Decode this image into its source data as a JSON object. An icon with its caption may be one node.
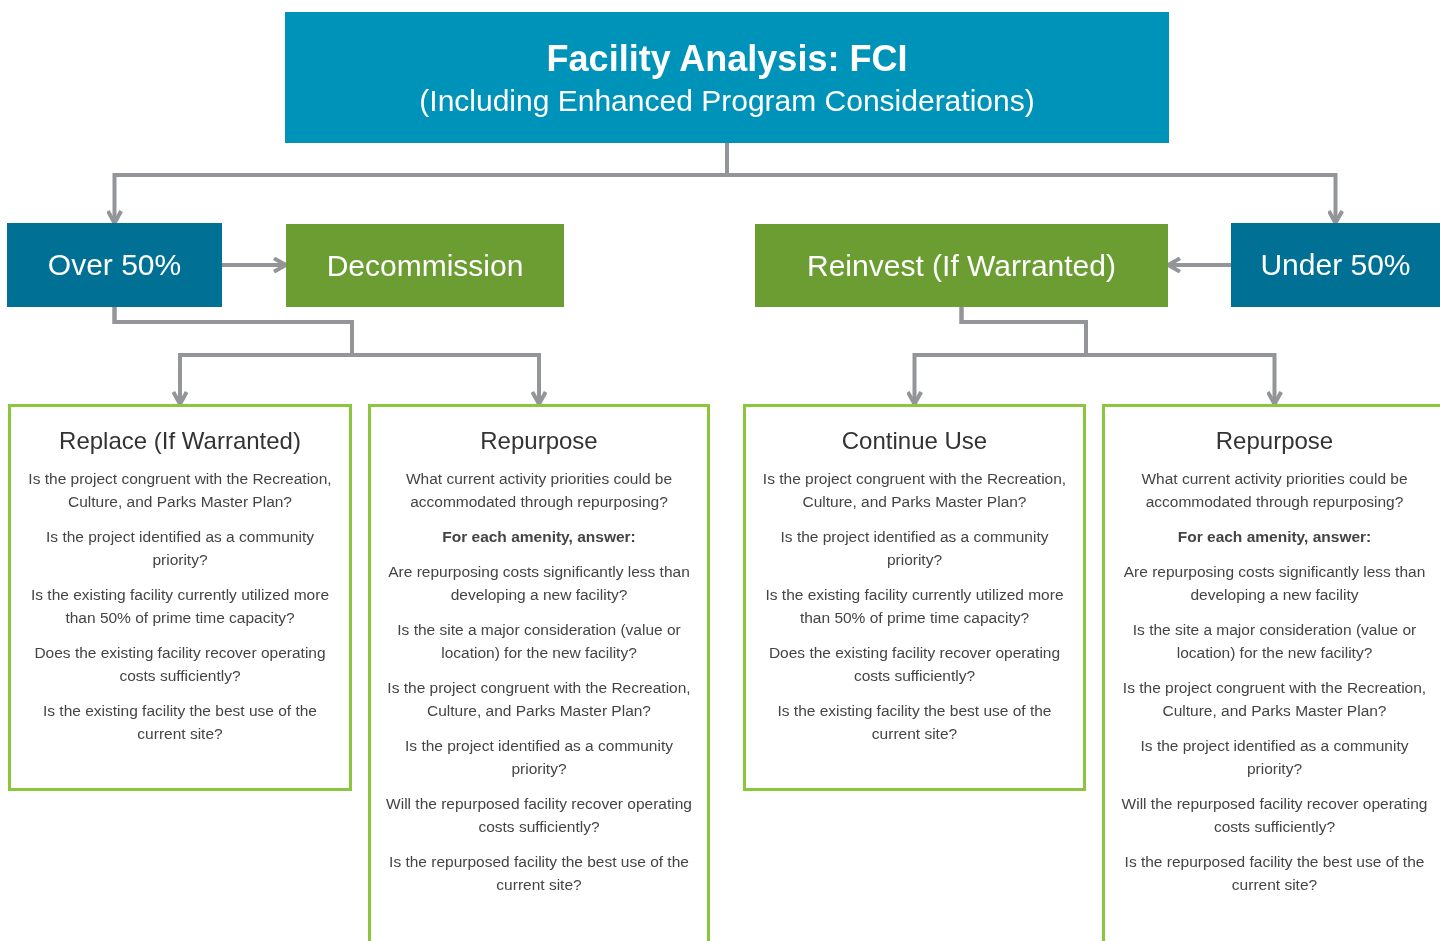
{
  "diagram": {
    "nodes": [
      {
        "text": [
          "Facility Analysis: FCI",
          "(Including Enhanced Program Considerations)"
        ]
      },
      {
        "text": [
          "Over 50%"
        ]
      },
      {
        "text": [
          "Decommission"
        ]
      },
      {
        "text": [
          "Reinvest (If Warranted)"
        ]
      },
      {
        "text": [
          "Under 50%"
        ]
      },
      {
        "text": [
          "Replace (If Warranted)",
          "Is the project congruent with the Recreation, Culture, and Parks Master Plan?",
          "Is the project identified as a community priority?",
          "Is the existing facility currently utilized more than 50% of prime time capacity?",
          "Does the existing facility recover operating costs sufficiently?",
          "Is the existing facility the best use of the current site?"
        ]
      },
      {
        "text": [
          "Repurpose",
          "What current activity priorities could be accommodated through repurposing?",
          "**For each amenity, answer:**",
          "Are repurposing costs significantly less than developing a new facility?",
          "Is the site a major consideration (value or location) for the new facility?",
          "Is the project congruent with the Recreation, Culture, and Parks Master Plan?",
          "Is the project identified as a community priority?",
          "Will the repurposed facility recover operating costs sufficiently?",
          "Is the repurposed facility the best use of the current site?"
        ]
      },
      {
        "text": [
          "Continue Use",
          "Is the project congruent with the Recreation, Culture, and Parks Master Plan?",
          "Is the project identified as a community priority?",
          "Is the existing facility currently utilized more than 50% of prime time capacity?",
          "Does the existing facility recover operating costs sufficiently?",
          "Is the existing facility the best use of the current site?"
        ]
      },
      {
        "text": [
          "Repurpose",
          "What current activity priorities could be accommodated through repurposing?",
          "**For each amenity, answer:**",
          "Are repurposing costs significantly less than developing a new facility",
          "Is the site a major consideration (value or location) for the new facility?",
          "Is the project congruent with the Recreation, Culture, and Parks Master Plan?",
          "Is the project identified as a community priority?",
          "Will the repurposed facility recover operating costs sufficiently?",
          "Is the repurposed facility the best use of the current site?"
        ]
      }
    ],
    "edges": [
      {
        "from": 0,
        "to": 1,
        "arrow": "to"
      },
      {
        "from": 0,
        "to": 4,
        "arrow": "to"
      },
      {
        "from": 1,
        "to": 2,
        "arrow": "to"
      },
      {
        "from": 4,
        "to": 3,
        "arrow": "to"
      },
      {
        "from": 1,
        "to": 5,
        "arrow": "to"
      },
      {
        "from": 1,
        "to": 6,
        "arrow": "to"
      },
      {
        "from": 3,
        "to": 7,
        "arrow": "to"
      },
      {
        "from": 3,
        "to": 8,
        "arrow": "to"
      }
    ]
  }
}
